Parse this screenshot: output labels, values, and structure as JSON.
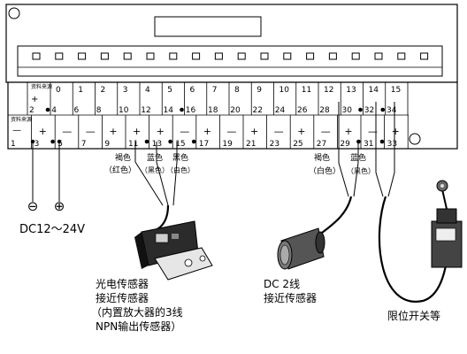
{
  "terminals": {
    "upper_left_label": "资料来源",
    "upper_left_sign": "+",
    "lower_left_label": "资料来源",
    "lower_left_sign": "—",
    "upper_numbers": [
      "0",
      "1",
      "2",
      "3",
      "4",
      "5",
      "6",
      "7",
      "8",
      "9",
      "10",
      "11",
      "12",
      "13",
      "14",
      "15"
    ],
    "upper_bottom_numbers": [
      "2",
      "4",
      "6",
      "8",
      "10",
      "12",
      "14",
      "16",
      "18",
      "20",
      "22",
      "24",
      "26",
      "28",
      "30",
      "32",
      "34"
    ],
    "lower_numbers": [
      "1",
      "3",
      "5",
      "7",
      "9",
      "11",
      "13",
      "15",
      "17",
      "19",
      "21",
      "23",
      "25",
      "27",
      "29",
      "31",
      "33"
    ],
    "common_signs": [
      "+",
      "—",
      "—",
      "+",
      "+",
      "+",
      "—",
      "+",
      "—",
      "+",
      "—",
      "+",
      "—",
      "+",
      "—",
      "+"
    ]
  },
  "wire_labels": {
    "brown_left": "褐色",
    "red_left": "（红色）",
    "blue_left": "蓝色",
    "black_paren_left": "（黑色）",
    "black_left": "黑色",
    "white_paren_left": "（白色）",
    "brown_right": "褐色",
    "white_right": "（白色）",
    "blue_right": "蓝色",
    "black_paren_right": "（黑色）"
  },
  "power": {
    "minus": "⊖",
    "plus": "⊕",
    "voltage": "DC12～24V"
  },
  "sensors": {
    "photo_line1": "光电传感器",
    "photo_line2": "接近传感器",
    "photo_line3": "（内置放大器的3线",
    "photo_line4": "NPN输出传感器）",
    "dc_line1": "DC 2线",
    "dc_line2": "接近传感器",
    "limit": "限位开关等"
  }
}
